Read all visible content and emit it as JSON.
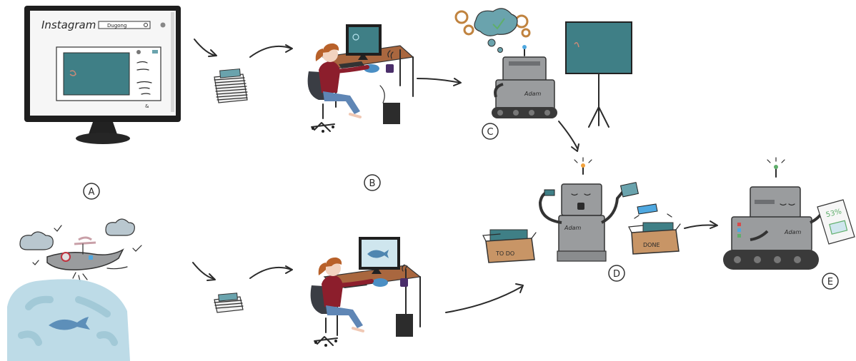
{
  "stage_labels": {
    "a": "A",
    "b": "B",
    "c": "C",
    "d": "D",
    "e": "E"
  },
  "monitor": {
    "app_name": "Instagram",
    "search_text": "Dugong"
  },
  "robot_name": "Adam",
  "boxes": {
    "todo": "TO DO",
    "done": "DONE"
  },
  "progress": {
    "label": "53%",
    "value": 53
  },
  "colors": {
    "sea": "#3f7f86",
    "sea_light": "#6aa3ad",
    "robot_body": "#9a9c9e",
    "robot_dark": "#6d6f72",
    "desk": "#a9673f",
    "hair": "#b8612a",
    "shirt": "#8c1e2c",
    "jeans": "#5f86b5",
    "box": "#c89566",
    "cloud": "#b9c7cf",
    "fish": "#5d8fb9",
    "blob": "#b6d7e4",
    "progress_green": "#5fae6b"
  }
}
